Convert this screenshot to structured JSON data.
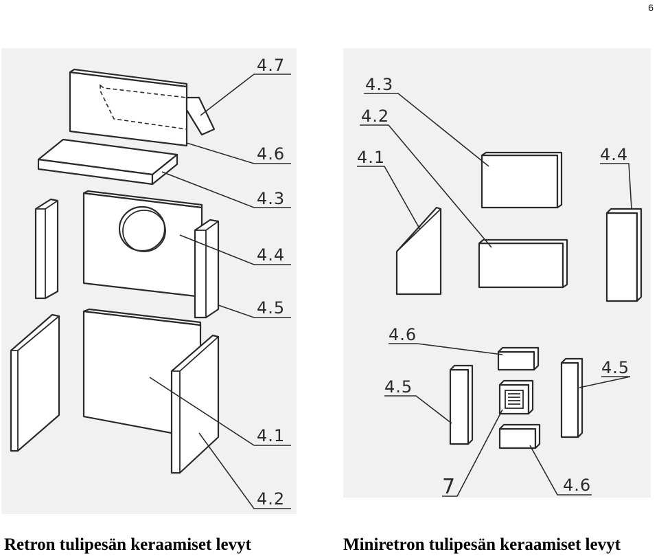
{
  "page_number": "6",
  "left_figure": {
    "caption": "Retron tulipesän keraamiset levyt",
    "labels": {
      "l47": "4.7",
      "l46": "4.6",
      "l43": "4.3",
      "l44": "4.4",
      "l45": "4.5",
      "l41": "4.1",
      "l42": "4.2"
    }
  },
  "right_figure": {
    "caption": "Miniretron tulipesän keraamiset levyt",
    "labels": {
      "l43": "4.3",
      "l42": "4.2",
      "l41": "4.1",
      "l44": "4.4",
      "l46_top": "4.6",
      "l45_left": "4.5",
      "l45_right": "4.5",
      "l7": "7",
      "l46_bottom": "4.6"
    }
  },
  "colors": {
    "line": "#2a2a2a",
    "panel_bg": "#f1f1f1",
    "page_bg": "#ffffff"
  }
}
